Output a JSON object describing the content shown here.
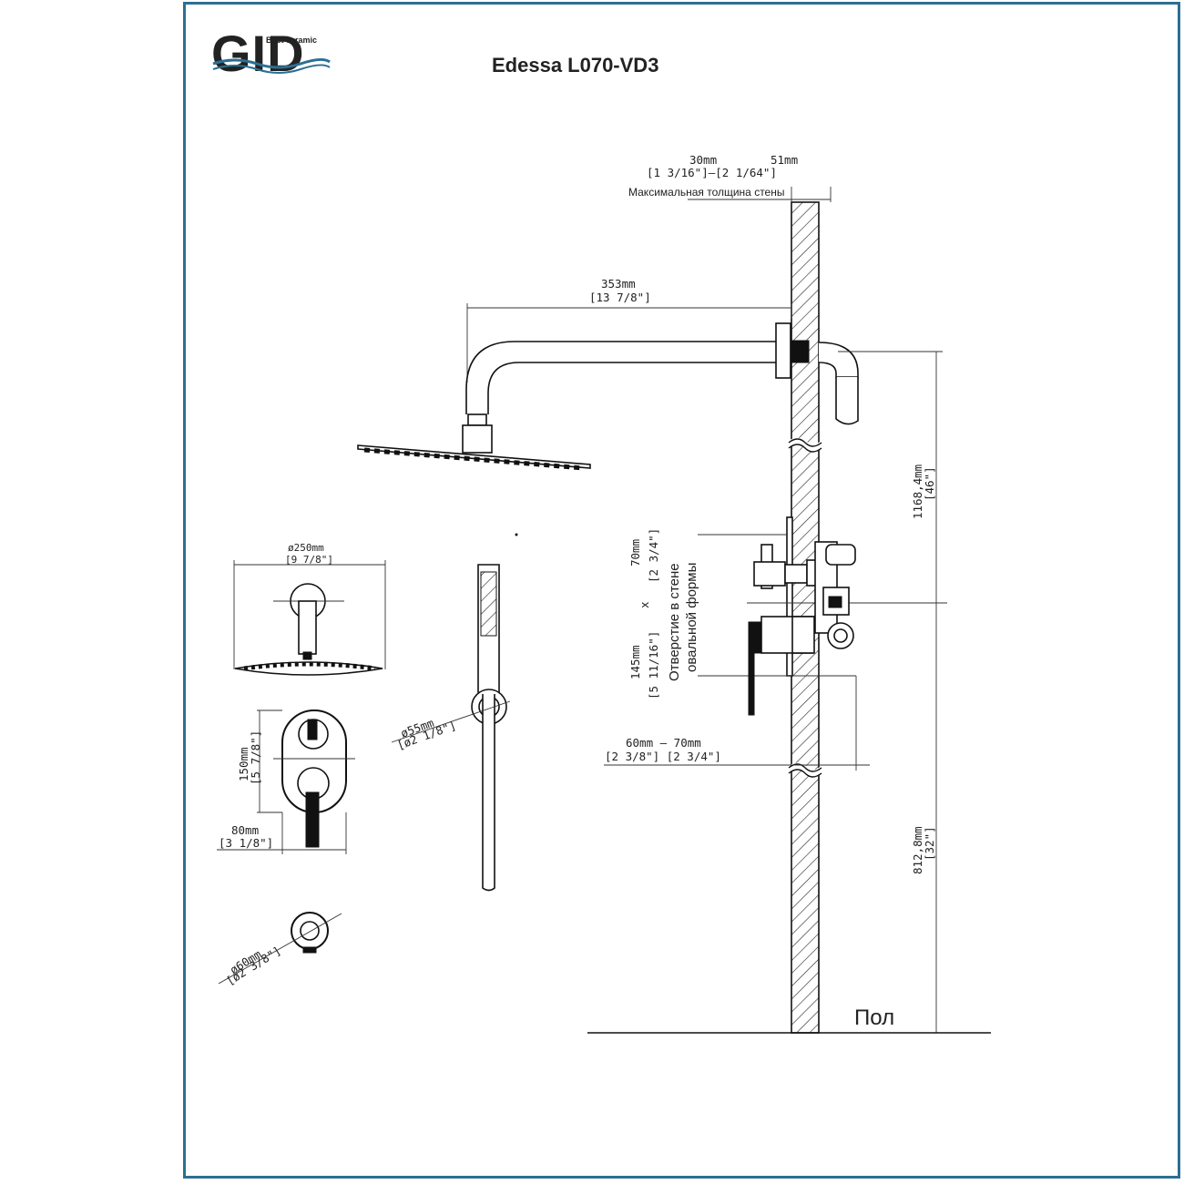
{
  "title": "Edessa L070-VD3",
  "logo": {
    "text": "GID",
    "tagline": "Best ceramic",
    "color": "#1b1b1b",
    "accent": "#2b6f93"
  },
  "frame_color": "#2b6f93",
  "dimensions": {
    "wall_min_mm": "30mm",
    "wall_max_mm": "51mm",
    "wall_in": "[1 3/16\"]—[2 1/64\"]",
    "wall_label": "Максимальная толщина стены",
    "arm_mm": "353mm",
    "arm_in": "[13 7/8\"]",
    "head_height_mm": "1168,4mm",
    "head_height_in": "[46\"]",
    "hole_w_mm": "70mm",
    "hole_w_in": "[2 3/4\"]",
    "hole_x": "x",
    "hole_h_mm": "145mm",
    "hole_h_in": "[5 11/16\"]",
    "hole_label_1": "Отверстие в стене",
    "hole_label_2": "овальной формы",
    "depth_mm": "60mm — 70mm",
    "depth_in": "[2 3/8\"] [2 3/4\"]",
    "mixer_height_mm": "812,8mm",
    "mixer_height_in": "[32\"]",
    "floor_label": "Пол",
    "head_dia_mm": "ø250mm",
    "head_dia_in": "[9 7/8\"]",
    "plate_h_mm": "150mm",
    "plate_h_in": "[5 7/8\"]",
    "plate_w_mm": "80mm",
    "plate_w_in": "[3 1/8\"]",
    "holder_dia_mm": "ø55mm",
    "holder_dia_in": "[ø2 1/8\"]",
    "outlet_dia_mm": "ø60mm",
    "outlet_dia_in": "[ø2 3/8\"]"
  }
}
